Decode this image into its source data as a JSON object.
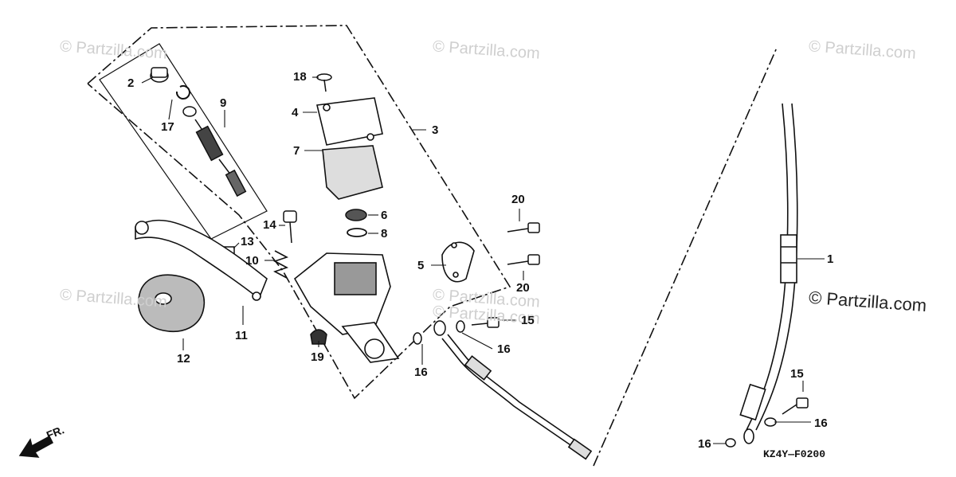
{
  "diagram": {
    "code": "KZ4Y—F0200",
    "direction_label": "FR.",
    "watermarks": [
      "© Partzilla.com",
      "© Partzilla.com",
      "© Partzilla.com",
      "© Partzilla.com",
      "© Partzilla.com",
      "© Partzilla.com"
    ],
    "watermark_strong": "© Partzilla.com",
    "callouts": [
      "2",
      "17",
      "9",
      "18",
      "4",
      "7",
      "3",
      "14",
      "13",
      "10",
      "6",
      "8",
      "5",
      "20",
      "20",
      "15",
      "16",
      "16",
      "11",
      "12",
      "19",
      "1",
      "15",
      "16",
      "16"
    ]
  }
}
